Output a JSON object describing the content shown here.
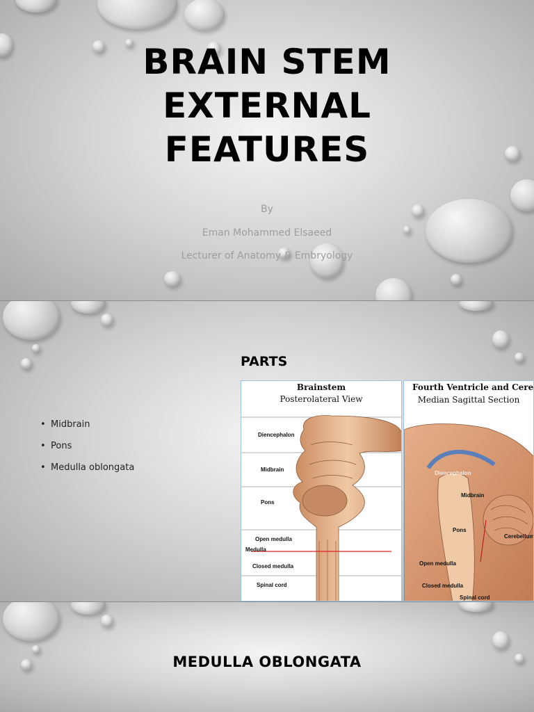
{
  "slide1": {
    "title_lines": [
      "BRAIN STEM",
      "EXTERNAL",
      "FEATURES"
    ],
    "by": "By",
    "author": "Eman Mohammed Elsaeed",
    "role": "Lecturer of Anatomy & Embryology"
  },
  "slide2": {
    "title": "PARTS",
    "bullets": [
      "Midbrain",
      "Pons",
      "Medulla oblongata"
    ],
    "figure_left": {
      "title": "Brainstem",
      "subtitle": "Posterolateral View",
      "labels": [
        "Diencephalon",
        "Midbrain",
        "Pons",
        "Open medulla",
        "Medulla",
        "Closed medulla",
        "Spinal cord"
      ]
    },
    "figure_right": {
      "title": "Fourth Ventricle and Cerebe",
      "subtitle": "Median Sagittal Section",
      "labels": [
        "Diencephalon",
        "Midbrain",
        "Pons",
        "Cerebellum",
        "Open medulla",
        "Closed medulla",
        "Spinal cord"
      ]
    }
  },
  "slide3": {
    "title": "MEDULLA OBLONGATA"
  },
  "colors": {
    "title": "#000000",
    "subtitle": "#9e9e9e",
    "figure_border": "#9bc6e6",
    "medulla_line": "#e02020",
    "anatomy_tissue": "#d9a27a"
  }
}
